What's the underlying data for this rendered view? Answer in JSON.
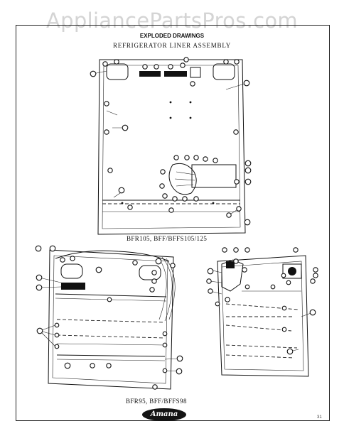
{
  "watermark": "AppliancePartsPros.com",
  "heading": {
    "title": "EXPLODED DRAWINGS",
    "subtitle": "REFRIGERATOR LINER ASSEMBLY"
  },
  "diagrams": [
    {
      "id": "top",
      "caption": "BFR105, BFF/BFFS105/125"
    },
    {
      "id": "bottom",
      "caption": "BFR95, BFF/BFFS98"
    }
  ],
  "brand_logo": "Amana",
  "page_number": "31",
  "colors": {
    "ink": "#111111",
    "paper": "#ffffff",
    "watermark": "#d4d4d4"
  }
}
